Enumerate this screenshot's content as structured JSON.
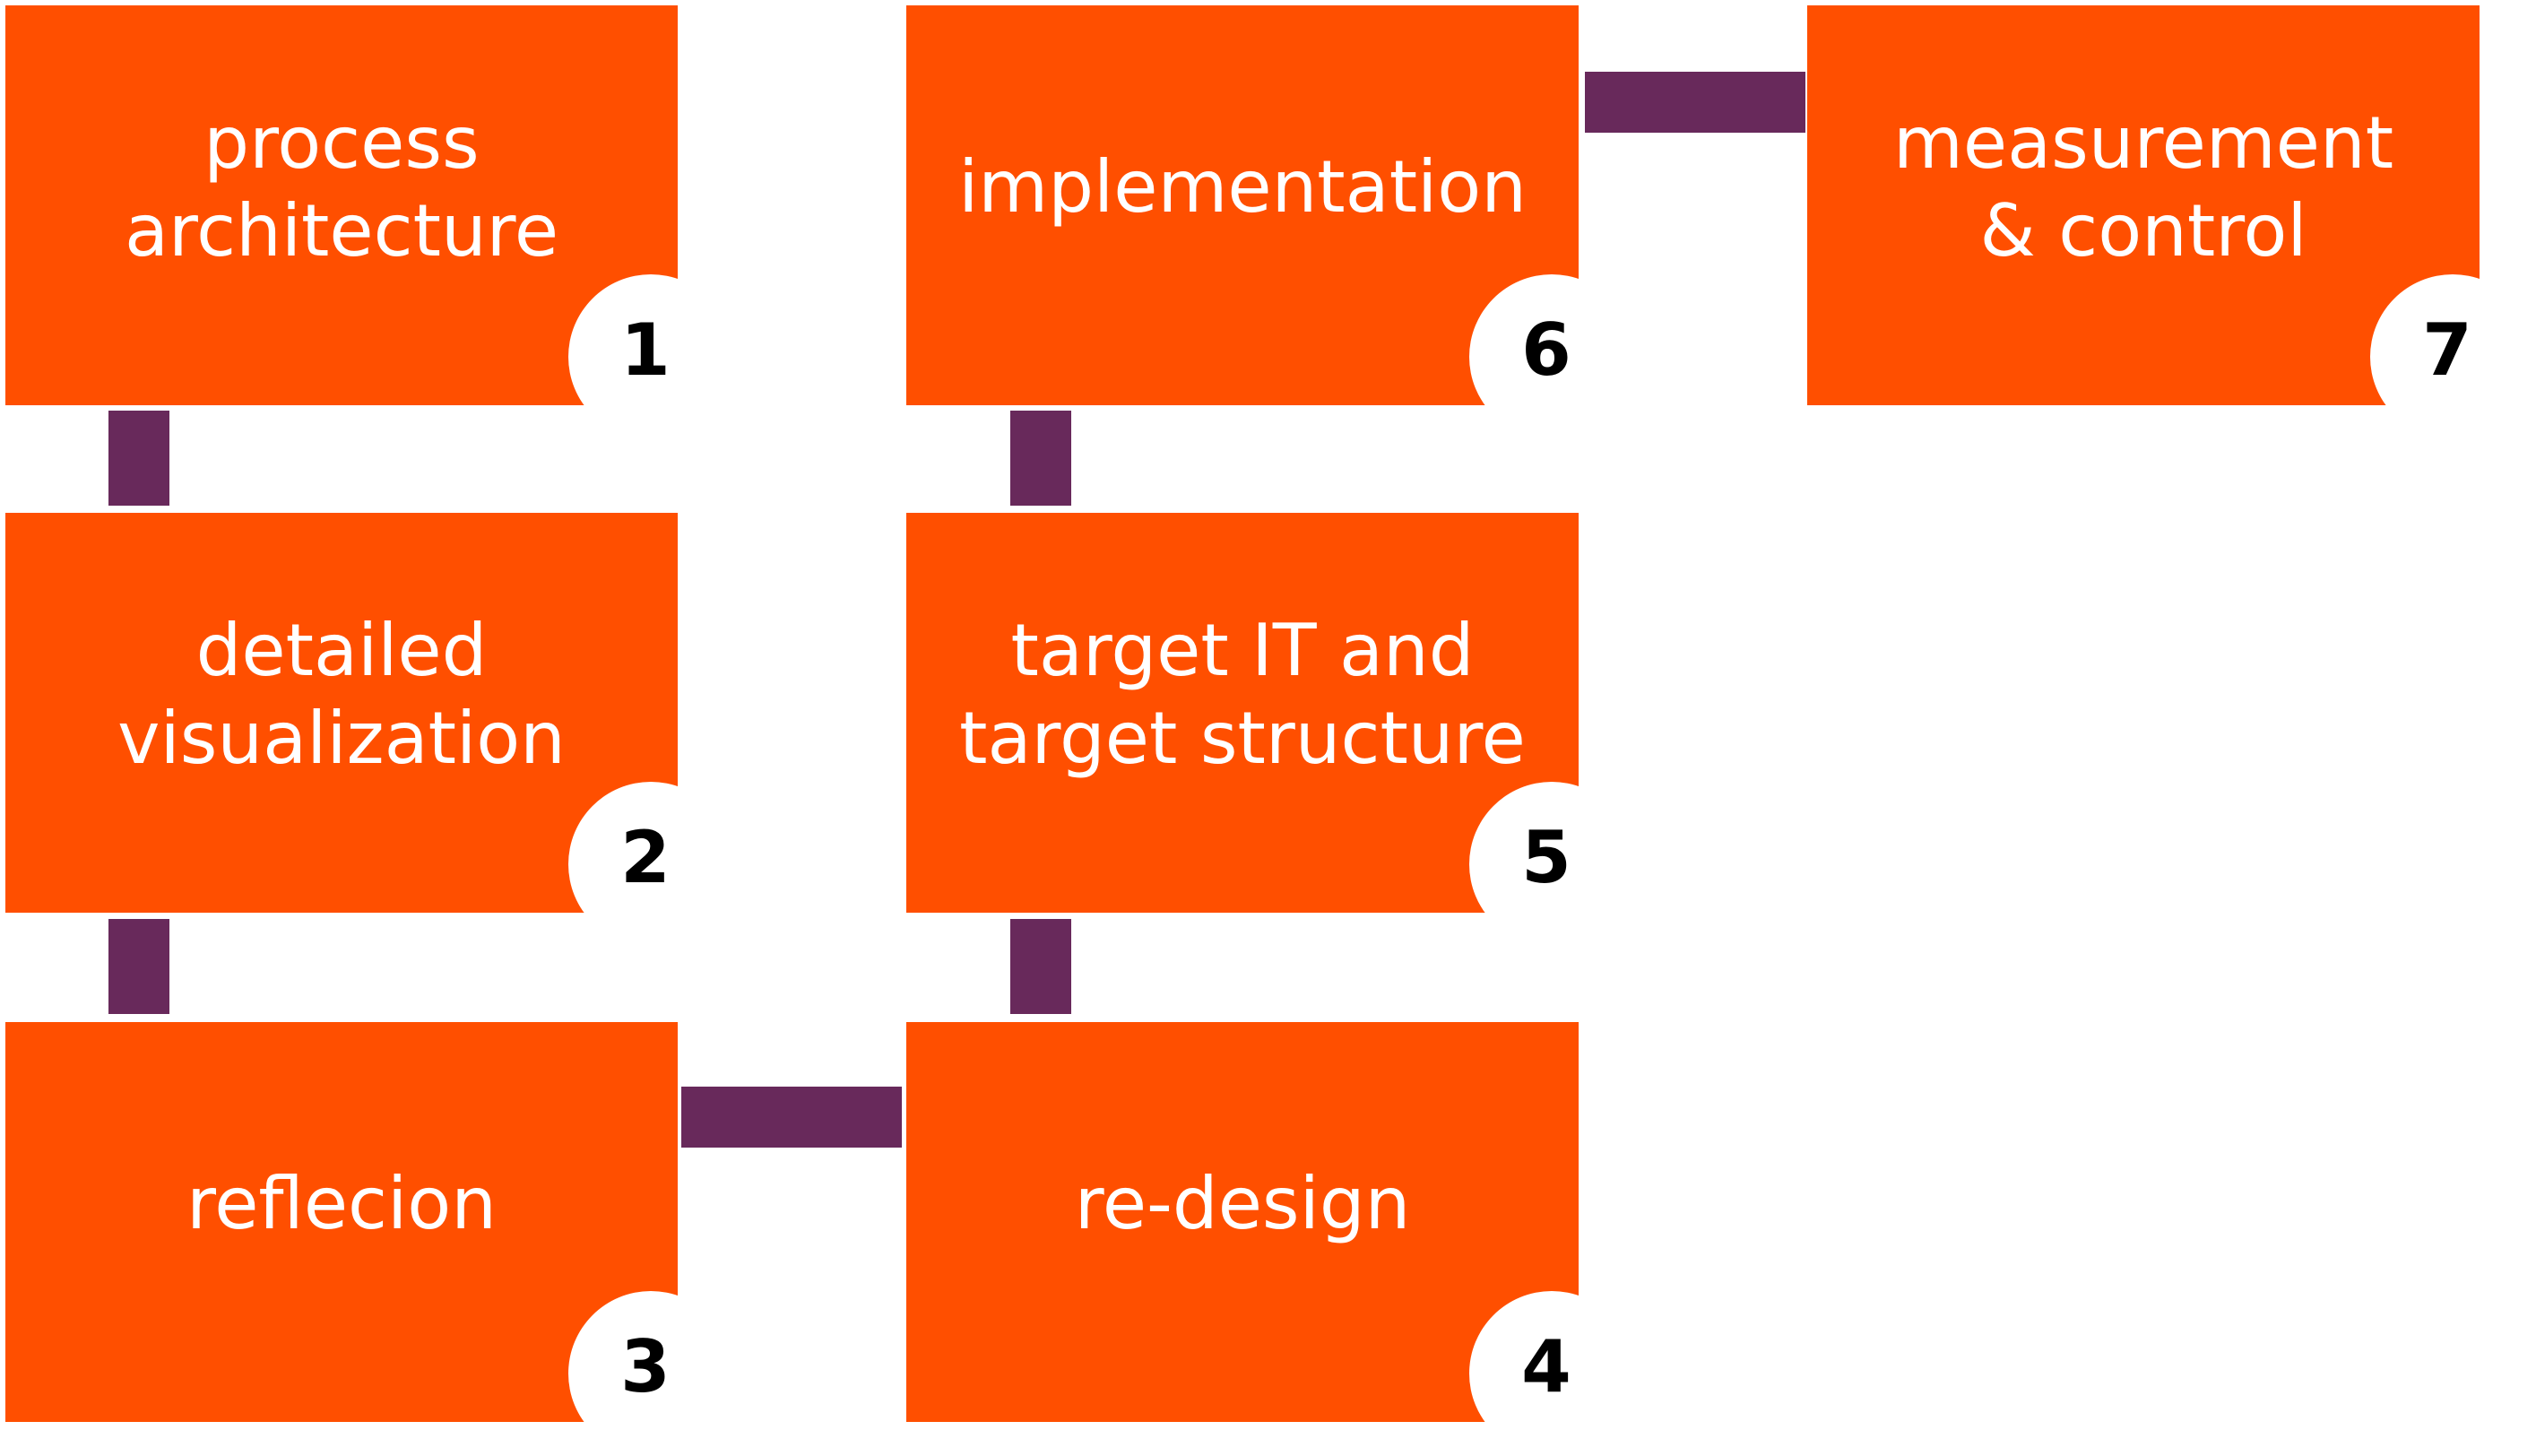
{
  "colors": {
    "box": "#ff4f00",
    "box_text": "#ffffff",
    "connector": "#68295b",
    "badge_background": "#ffffff",
    "badge_text": "#000000"
  },
  "steps": [
    {
      "number": "1",
      "label": "process\narchitecture"
    },
    {
      "number": "2",
      "label": "detailed\nvisualization"
    },
    {
      "number": "3",
      "label": "reflecion"
    },
    {
      "number": "4",
      "label": "re-design"
    },
    {
      "number": "5",
      "label": "target IT and\ntarget structure"
    },
    {
      "number": "6",
      "label": "implementation"
    },
    {
      "number": "7",
      "label": "measurement\n& control"
    }
  ]
}
